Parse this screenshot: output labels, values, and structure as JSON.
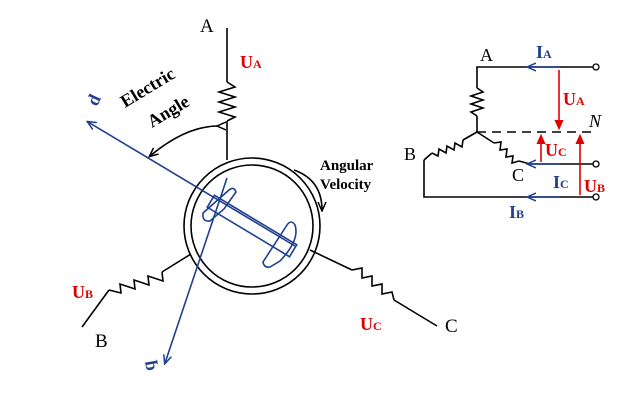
{
  "labels": {
    "terminal_a": "A",
    "terminal_b": "B",
    "terminal_c": "C",
    "volt_a": "U",
    "volt_a_sub": "A",
    "volt_b": "U",
    "volt_b_sub": "B",
    "volt_c": "U",
    "volt_c_sub": "C",
    "d_axis": "d",
    "q_axis": "q",
    "electric_angle_1": "Electric",
    "electric_angle_2": "Angle",
    "angular_velocity_1": "Angular",
    "angular_velocity_2": "Velocity"
  },
  "circuit": {
    "node_a": "A",
    "node_b": "B",
    "node_c": "C",
    "neutral": "N",
    "ia": "I",
    "ia_sub": "A",
    "ib": "I",
    "ib_sub": "B",
    "ic": "I",
    "ic_sub": "C",
    "ua": "U",
    "ua_sub": "A",
    "uc": "U",
    "uc_sub": "C",
    "ub": "U",
    "ub_sub": "B"
  },
  "colors": {
    "red": "#e00000",
    "blue": "#1f3f8f",
    "black": "#000000"
  }
}
